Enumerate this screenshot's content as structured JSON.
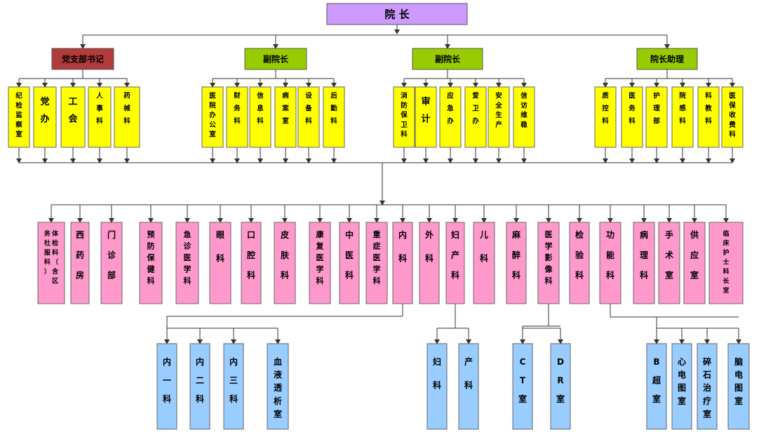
{
  "colors": {
    "top": "#cc99ff",
    "party": "#b23b3b",
    "vice": "#99cc00",
    "dept": "#ffff00",
    "clinical": "#ff99cc",
    "sub": "#99ccff",
    "line": "#333333"
  },
  "top": {
    "label": "院    长"
  },
  "level1": [
    {
      "id": "party",
      "label": "党支部书记"
    },
    {
      "id": "vice1",
      "label": "副院长"
    },
    {
      "id": "vice2",
      "label": "副院长"
    },
    {
      "id": "assistant",
      "label": "院长助理"
    }
  ],
  "departments": [
    {
      "group": "party",
      "label": "纪检监察室"
    },
    {
      "group": "party",
      "label": "党办"
    },
    {
      "group": "party",
      "label": "工会"
    },
    {
      "group": "party",
      "label": "人事科"
    },
    {
      "group": "party",
      "label": "药械科"
    },
    {
      "group": "vice1",
      "label": "医院办公室"
    },
    {
      "group": "vice1",
      "label": "财务科"
    },
    {
      "group": "vice1",
      "label": "信息科"
    },
    {
      "group": "vice1",
      "label": "病案室"
    },
    {
      "group": "vice1",
      "label": "设备科"
    },
    {
      "group": "vice1",
      "label": "后勤科"
    },
    {
      "group": "vice2",
      "label": "消防保卫科"
    },
    {
      "group": "vice2",
      "label": "审计"
    },
    {
      "group": "vice2",
      "label": "应急办"
    },
    {
      "group": "vice2",
      "label": "爱卫办"
    },
    {
      "group": "vice2",
      "label": "安全生产"
    },
    {
      "group": "vice2",
      "label": "信访维稳"
    },
    {
      "group": "assistant",
      "label": "质控科"
    },
    {
      "group": "assistant",
      "label": "医务科"
    },
    {
      "group": "assistant",
      "label": "护理部"
    },
    {
      "group": "assistant",
      "label": "院感科"
    },
    {
      "group": "assistant",
      "label": "科教科"
    },
    {
      "group": "assistant",
      "label": "医保收费科"
    }
  ],
  "clinical": [
    {
      "label": "体检科（含区务社服科）"
    },
    {
      "label": "西药房"
    },
    {
      "label": "门诊部"
    },
    {
      "label": "预防保健科"
    },
    {
      "label": "急诊医学科"
    },
    {
      "label": "眼科"
    },
    {
      "label": "口腔科"
    },
    {
      "label": "皮肤科"
    },
    {
      "label": "康复医学科"
    },
    {
      "label": "中医科"
    },
    {
      "label": "重症医学科"
    },
    {
      "label": "内科"
    },
    {
      "label": "外科"
    },
    {
      "label": "妇产科"
    },
    {
      "label": "儿科"
    },
    {
      "label": "麻醉科"
    },
    {
      "label": "医学影像科"
    },
    {
      "label": "检验科"
    },
    {
      "label": "功能科"
    },
    {
      "label": "病理科"
    },
    {
      "label": "手术室"
    },
    {
      "label": "供应室"
    },
    {
      "label": "临床护士科长室"
    }
  ],
  "subunits": [
    {
      "parent": "内科",
      "label": "内一科"
    },
    {
      "parent": "内科",
      "label": "内二科"
    },
    {
      "parent": "内科",
      "label": "内三科"
    },
    {
      "parent": "内科",
      "label": "血液透析室"
    },
    {
      "parent": "妇产科",
      "label": "妇科"
    },
    {
      "parent": "妇产科",
      "label": "产科"
    },
    {
      "parent": "医学影像科",
      "label": "CT室"
    },
    {
      "parent": "医学影像科",
      "label": "DR室"
    },
    {
      "parent": "功能科",
      "label": "B超室"
    },
    {
      "parent": "功能科",
      "label": "心电图室"
    },
    {
      "parent": "功能科",
      "label": "碎石治疗室"
    },
    {
      "parent": "功能科",
      "label": "脑电图室"
    }
  ]
}
